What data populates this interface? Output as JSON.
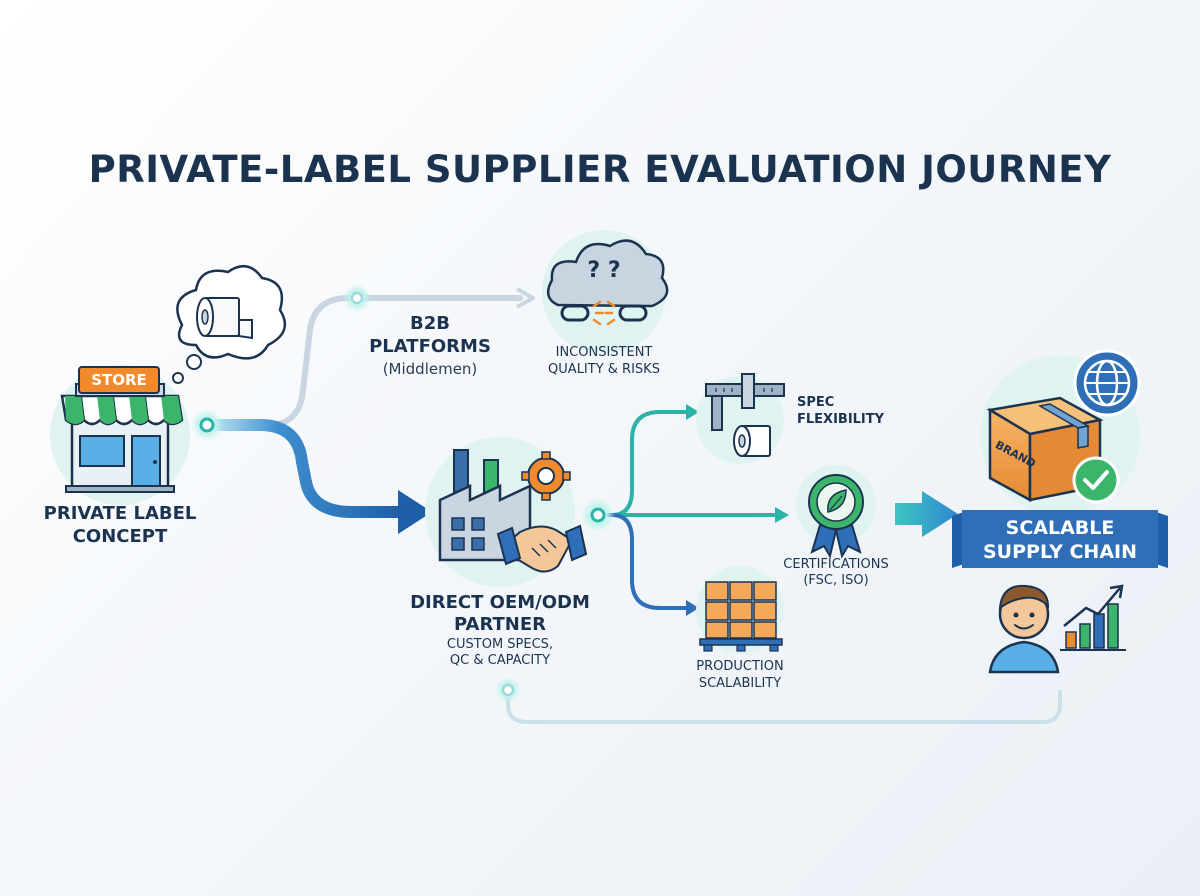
{
  "title": "PRIVATE-LABEL SUPPLIER EVALUATION JOURNEY",
  "store": {
    "sign": "STORE",
    "label_line1": "PRIVATE LABEL",
    "label_line2": "CONCEPT"
  },
  "b2b": {
    "label_line1": "B2B",
    "label_line2": "PLATFORMS",
    "sub": "(Middlemen)"
  },
  "risk": {
    "icon_text": "? ?",
    "label_line1": "INCONSISTENT",
    "label_line2": "QUALITY & RISKS"
  },
  "partner": {
    "label_line1": "DIRECT OEM/ODM",
    "label_line2": "PARTNER",
    "sub_line1": "CUSTOM SPECS,",
    "sub_line2": "QC & CAPACITY"
  },
  "spec": {
    "label_line1": "SPEC",
    "label_line2": "FLEXIBILITY"
  },
  "cert": {
    "label_line1": "CERTIFICATIONS",
    "label_line2": "(FSC, ISO)"
  },
  "production": {
    "label_line1": "PRODUCTION",
    "label_line2": "SCALABILITY"
  },
  "outcome": {
    "box_text": "BRAND",
    "banner_line1": "SCALABLE",
    "banner_line2": "SUPPLY CHAIN"
  },
  "colors": {
    "navy": "#1c3350",
    "blue": "#2f6fb8",
    "teal": "#2bb3a8",
    "light_teal": "#dff3f1",
    "orange": "#f08a2c",
    "green": "#2e9e4f"
  }
}
